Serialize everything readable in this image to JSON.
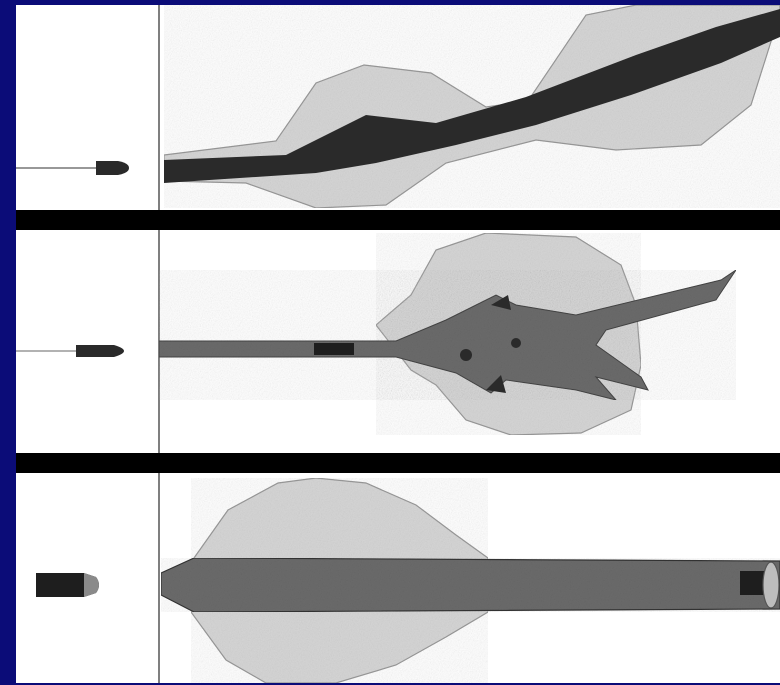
{
  "diagram": {
    "panels": [
      {
        "projectile": "full-metal-jacket-bullet",
        "track": "low-velocity-yawing"
      },
      {
        "projectile": "fragmenting-bullet",
        "track": "fragmentation"
      },
      {
        "projectile": "high-velocity-bullet",
        "track": "temporary-cavity"
      }
    ],
    "colors": {
      "background": "#0b0c78",
      "panel": "#ffffff",
      "temporary_cavity": "#d6d6d6",
      "permanent_cavity": "#2a2a2a",
      "tissue_track": "#6b6b6b",
      "divider": "#000000"
    }
  }
}
